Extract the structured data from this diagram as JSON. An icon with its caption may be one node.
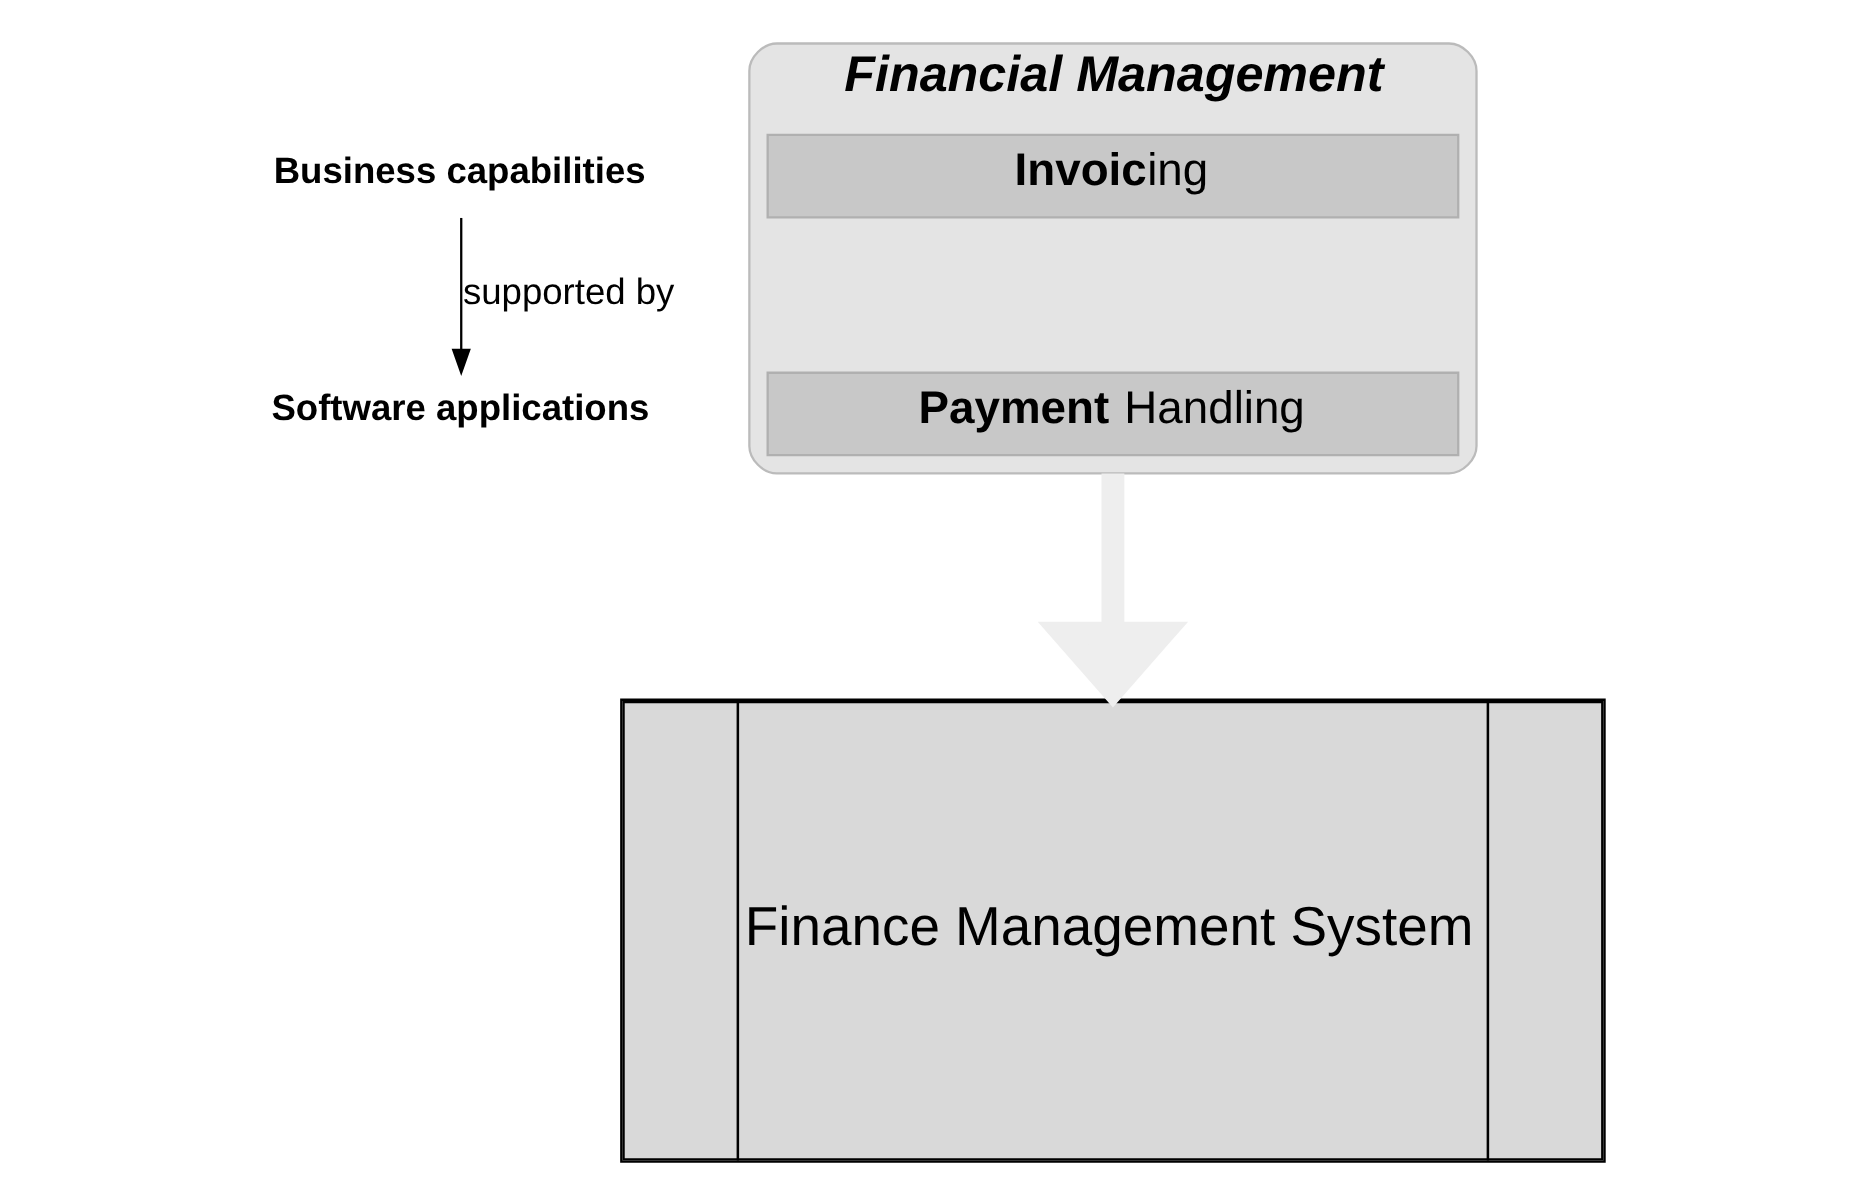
{
  "diagram": {
    "nodes": [
      {
        "text": [
          "Business capabilities"
        ]
      },
      {
        "text": [
          "Software applications"
        ]
      },
      {
        "text": [
          "*Financial Management*"
        ]
      },
      {
        "text": [
          "**Invoic**ing"
        ],
        "in": 2
      },
      {
        "text": [
          "**Payment** Handling"
        ],
        "in": 2
      },
      {
        "text": [
          "Finance Management System"
        ]
      }
    ],
    "edges": [
      {
        "from": 0,
        "to": 1,
        "arrow": "to",
        "label": "supported by"
      },
      {
        "from": 2,
        "to": 5,
        "arrow": "to",
        "style": "thick",
        "color": "#eeeeee"
      }
    ]
  }
}
